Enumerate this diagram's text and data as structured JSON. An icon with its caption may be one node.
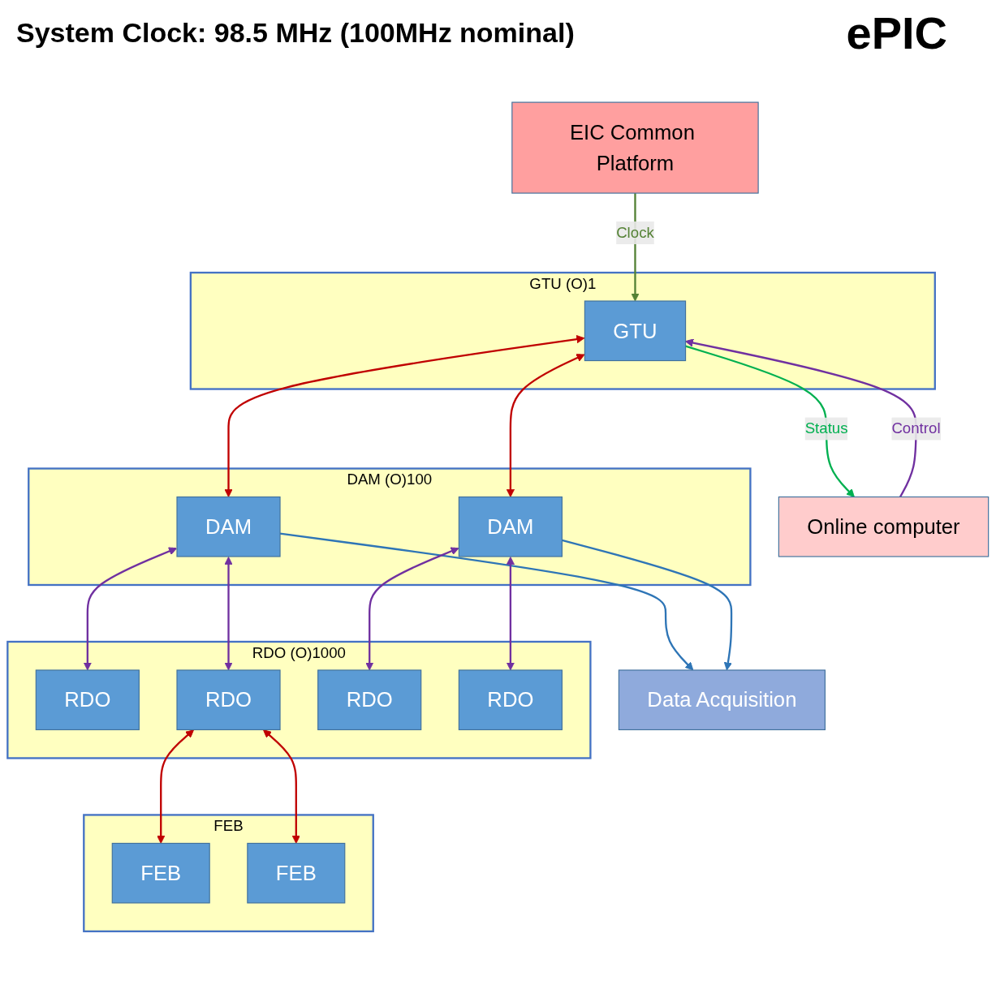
{
  "diagram": {
    "title": "System Clock: 98.5 MHz (100MHz nominal)",
    "nodes": [
      {
        "text": [
          "Online computer"
        ]
      },
      {
        "text": [
          "EIC Common Platform"
        ]
      },
      {
        "text": [
          "GTU (O)1"
        ]
      },
      {
        "text": [
          "GTU"
        ],
        "in": 2
      },
      {
        "text": [
          "Data Acquisition"
        ]
      },
      {
        "text": [
          "DAM (O)100"
        ]
      },
      {
        "text": [
          "DAM"
        ],
        "in": 5
      },
      {
        "text": [
          "DAM"
        ],
        "in": 5
      },
      {
        "text": [
          "RDO (O)1000"
        ]
      },
      {
        "text": [
          "RDO"
        ],
        "in": 8
      },
      {
        "text": [
          "RDO"
        ],
        "in": 8
      },
      {
        "text": [
          "RDO"
        ],
        "in": 8
      },
      {
        "text": [
          "RDO"
        ],
        "in": 8
      },
      {
        "text": [
          "FEB"
        ]
      },
      {
        "text": [
          "FEB"
        ],
        "in": 13
      },
      {
        "text": [
          "FEB"
        ],
        "in": 13
      }
    ],
    "edges": [
      {
        "from": 3,
        "to": 0,
        "arrow": "to",
        "label": "Status",
        "color": "#00b050"
      },
      {
        "from": 0,
        "to": 3,
        "arrow": "to",
        "label": "Control",
        "color": "#7030a0"
      },
      {
        "from": 1,
        "to": 3,
        "arrow": "to",
        "label": "Clock",
        "color": "#548235"
      },
      {
        "from": 3,
        "to": 6,
        "arrow": "both",
        "color": "#c00000"
      },
      {
        "from": 3,
        "to": 7,
        "arrow": "both",
        "color": "#c00000"
      },
      {
        "from": 6,
        "to": 4,
        "arrow": "to",
        "color": "#2e75b6"
      },
      {
        "from": 7,
        "to": 4,
        "arrow": "to",
        "color": "#2e75b6"
      },
      {
        "from": 6,
        "to": 9,
        "arrow": "both",
        "color": "#7030a0"
      },
      {
        "from": 6,
        "to": 10,
        "arrow": "both",
        "color": "#7030a0"
      },
      {
        "from": 7,
        "to": 11,
        "arrow": "both",
        "color": "#7030a0"
      },
      {
        "from": 7,
        "to": 12,
        "arrow": "both",
        "color": "#7030a0"
      },
      {
        "from": 10,
        "to": 14,
        "arrow": "both",
        "color": "#c00000"
      },
      {
        "from": 10,
        "to": 15,
        "arrow": "both",
        "color": "#c00000"
      }
    ],
    "labels": [
      "ePIC"
    ]
  }
}
